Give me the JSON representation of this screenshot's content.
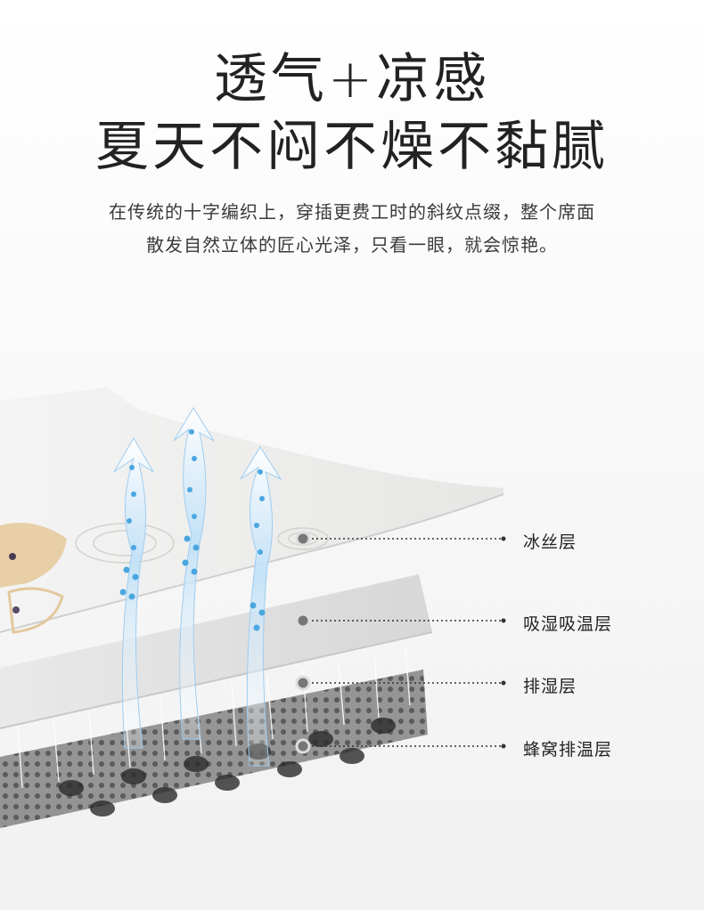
{
  "headline": {
    "line1": "透气+凉感",
    "line2": "夏天不闷不燥不黏腻"
  },
  "description": {
    "line1": "在传统的十字编织上，穿插更费工时的斜纹点缀，整个席面",
    "line2": "散发自然立体的匠心光泽，只看一眼，就会惊艳。"
  },
  "layers": [
    {
      "label": "冰丝层"
    },
    {
      "label": "吸湿吸温层"
    },
    {
      "label": "排湿层"
    },
    {
      "label": "蜂窝排温层"
    }
  ],
  "colors": {
    "accent_blue": "#5aa9e6",
    "text": "#222222"
  }
}
